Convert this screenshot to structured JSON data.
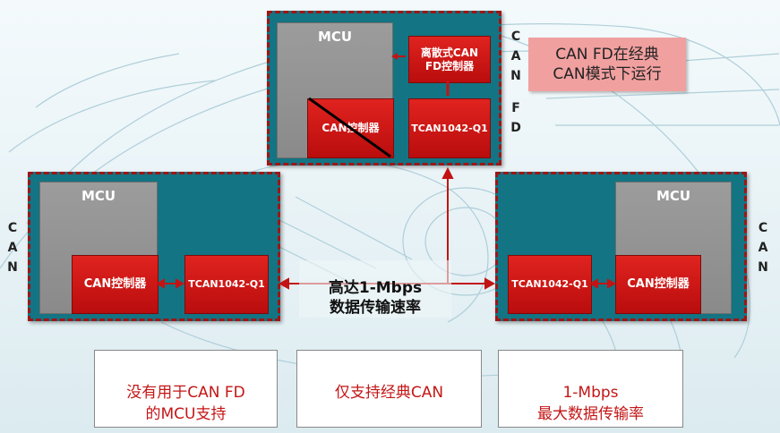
{
  "top_node": {
    "mcu_label": "MCU",
    "discrete_ctrl_label": "离散式CAN\nFD控制器",
    "can_ctrl_label": "CAN控制器",
    "transceiver_label": "TCAN1042-Q1",
    "bus_label": [
      "C",
      "A",
      "N",
      "",
      "F",
      "D"
    ]
  },
  "left_node": {
    "mcu_label": "MCU",
    "can_ctrl_label": "CAN控制器",
    "transceiver_label": "TCAN1042-Q1",
    "bus_label": [
      "C",
      "A",
      "N"
    ]
  },
  "right_node": {
    "mcu_label": "MCU",
    "can_ctrl_label": "CAN控制器",
    "transceiver_label": "TCAN1042-Q1",
    "bus_label": [
      "C",
      "A",
      "N"
    ]
  },
  "note": "CAN FD在经典\nCAN模式下运行",
  "rate_label": "高达1-Mbps\n数据传输速率",
  "captions": [
    "没有用于CAN FD\n的MCU支持",
    "仅支持经典CAN",
    "1-Mbps\n最大数据传输率"
  ],
  "colors": {
    "node_fill": "#137483",
    "dash_border": "#9c1616",
    "chip_red": "#d81a17",
    "mcu_gray": "#939393"
  }
}
